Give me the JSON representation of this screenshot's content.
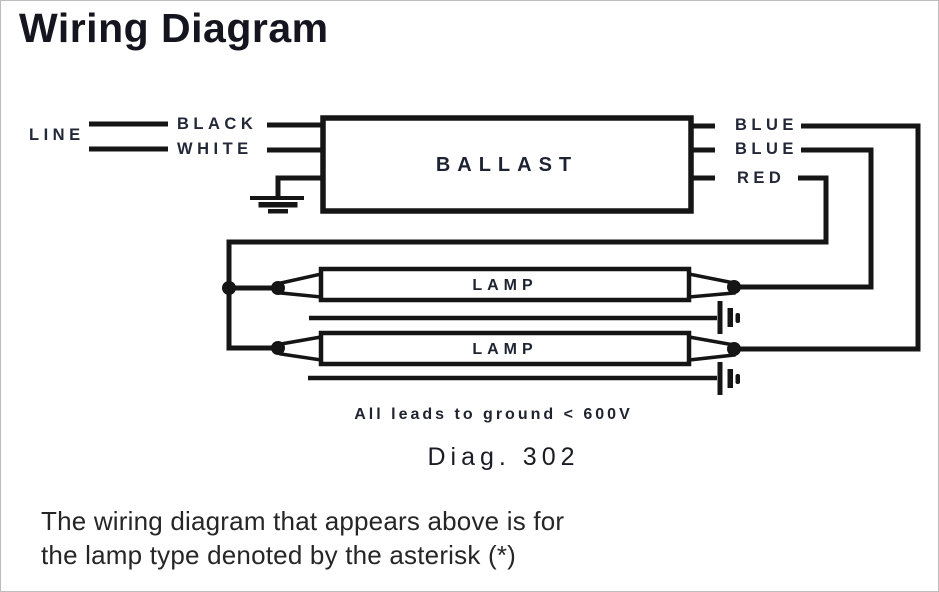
{
  "title": "Wiring Diagram",
  "diagram": {
    "line_label": "LINE",
    "input_wires": [
      {
        "label": "BLACK"
      },
      {
        "label": "WHITE"
      }
    ],
    "ballast_label": "BALLAST",
    "output_wires": [
      {
        "label": "BLUE"
      },
      {
        "label": "BLUE"
      },
      {
        "label": "RED"
      }
    ],
    "lamps": [
      {
        "label": "LAMP"
      },
      {
        "label": "LAMP"
      }
    ],
    "caption": "All leads to ground < 600V",
    "diagram_number": "Diag. 302"
  },
  "footer": {
    "line1": "The wiring diagram that appears above is for",
    "line2": "the lamp type denoted by the asterisk (*)"
  },
  "colors": {
    "ink": "#151515",
    "label_ink": "#232838",
    "background": "#ffffff"
  }
}
